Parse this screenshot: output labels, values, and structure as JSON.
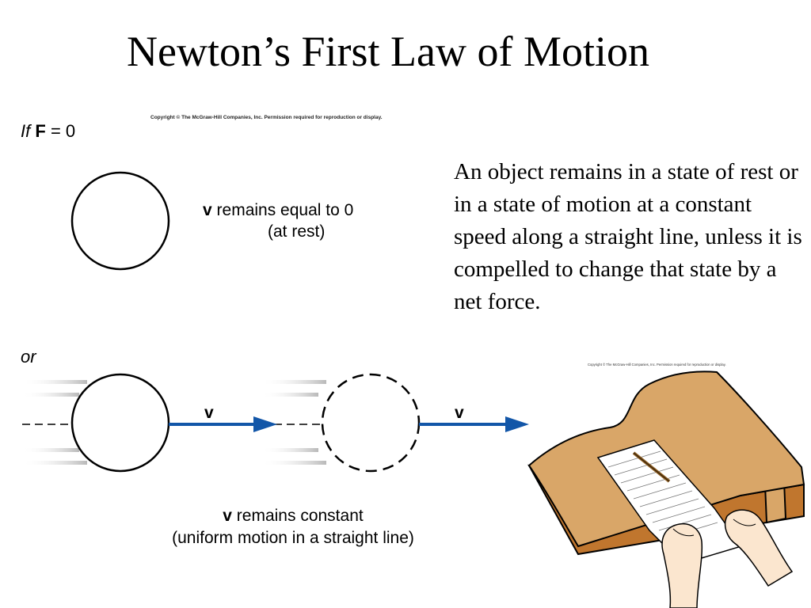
{
  "slide": {
    "title": "Newton’s First Law of Motion",
    "copyright_top": "Copyright © The McGraw-Hill Companies, Inc. Permission required for reproduction or display.",
    "copyright_illustration": "Copyright © The McGraw-Hill Companies, Inc. Permission required for reproduction or display.",
    "condition": {
      "if": "If",
      "force_symbol": "F",
      "equals": "= 0"
    },
    "at_rest": {
      "symbol": "v",
      "line1": "remains equal to 0",
      "line2": "(at rest)"
    },
    "or_label": "or",
    "velocity_label": "v",
    "uniform": {
      "symbol": "v",
      "line1": "remains constant",
      "line2": "(uniform motion in a straight line)"
    },
    "law_statement": "An object remains in a state of rest or in a state of motion at a constant speed along a straight line, unless it is compelled to change that state by a net force."
  },
  "colors": {
    "arrow": "#1256a8",
    "desk_top": "#d9a668",
    "desk_edge": "#c0762e",
    "paper": "#ffffff",
    "motion_lines": "#c8c8c8"
  },
  "icons": [
    "ball-at-rest-icon",
    "ball-moving-icon",
    "ball-ghost-icon",
    "desk-paper-illustration"
  ]
}
